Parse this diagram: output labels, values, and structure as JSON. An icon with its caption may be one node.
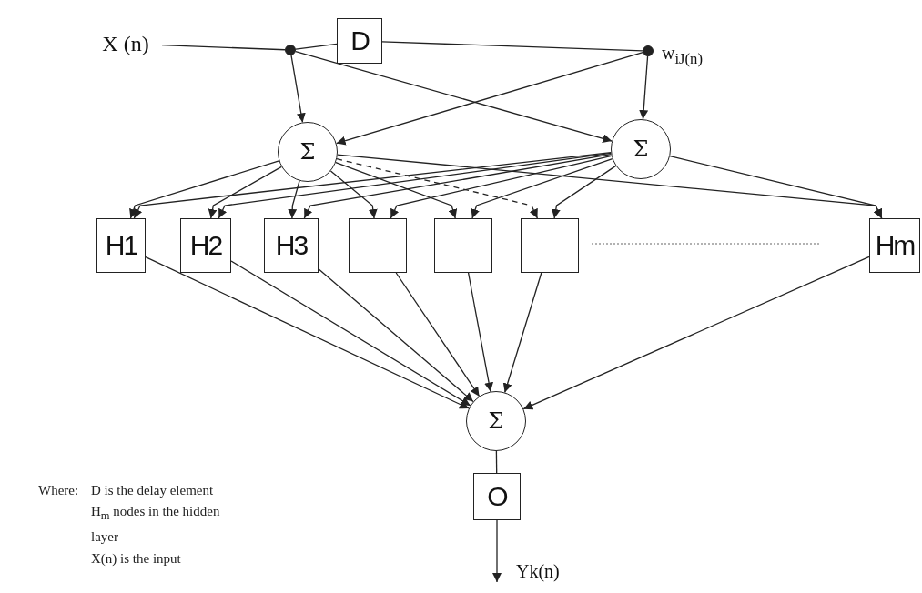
{
  "diagram": {
    "nodes": [
      {
        "text": [
          "X (n)"
        ]
      },
      {
        "text": [],
        "shape": "circle"
      },
      {
        "text": [
          "D"
        ]
      },
      {
        "text": [],
        "shape": "circle",
        "beside": [
          "w$_{iJ(n)}$"
        ]
      },
      {
        "text": [
          "Σ"
        ]
      },
      {
        "text": [
          "Σ"
        ]
      },
      {
        "text": [
          "H1"
        ]
      },
      {
        "text": [
          "H2"
        ]
      },
      {
        "text": [
          "H3"
        ]
      },
      {
        "text": [],
        "shape": "box"
      },
      {
        "text": [],
        "shape": "box"
      },
      {
        "text": [],
        "shape": "box"
      },
      {
        "text": [
          "Hm"
        ]
      },
      {
        "text": [
          "Σ"
        ]
      },
      {
        "text": [
          "O"
        ],
        "beside": [
          "Yk(n)"
        ]
      }
    ],
    "edges": [
      {
        "from": 0,
        "to": 1,
        "arrow": "none"
      },
      {
        "from": 1,
        "to": 2,
        "arrow": "none"
      },
      {
        "from": 2,
        "to": 3,
        "arrow": "none"
      },
      {
        "from": 1,
        "to": 4,
        "arrow": "to"
      },
      {
        "from": 1,
        "to": 5,
        "arrow": "to"
      },
      {
        "from": 3,
        "to": 4,
        "arrow": "to"
      },
      {
        "from": 3,
        "to": 5,
        "arrow": "to"
      },
      {
        "from": 4,
        "to": 6,
        "arrow": "to"
      },
      {
        "from": 4,
        "to": 7,
        "arrow": "to"
      },
      {
        "from": 4,
        "to": 8,
        "arrow": "to"
      },
      {
        "from": 4,
        "to": 9,
        "arrow": "to"
      },
      {
        "from": 4,
        "to": 10,
        "arrow": "to"
      },
      {
        "from": 4,
        "to": 11,
        "arrow": "to",
        "style": "dashed"
      },
      {
        "from": 4,
        "to": 12,
        "arrow": "to"
      },
      {
        "from": 5,
        "to": 6,
        "arrow": "to"
      },
      {
        "from": 5,
        "to": 7,
        "arrow": "to"
      },
      {
        "from": 5,
        "to": 8,
        "arrow": "to"
      },
      {
        "from": 5,
        "to": 9,
        "arrow": "to"
      },
      {
        "from": 5,
        "to": 10,
        "arrow": "to"
      },
      {
        "from": 5,
        "to": 11,
        "arrow": "to"
      },
      {
        "from": 5,
        "to": 12,
        "arrow": "to"
      },
      {
        "from": 6,
        "to": 13,
        "arrow": "to"
      },
      {
        "from": 7,
        "to": 13,
        "arrow": "to"
      },
      {
        "from": 8,
        "to": 13,
        "arrow": "to"
      },
      {
        "from": 9,
        "to": 13,
        "arrow": "to"
      },
      {
        "from": 10,
        "to": 13,
        "arrow": "to"
      },
      {
        "from": 11,
        "to": 13,
        "arrow": "to"
      },
      {
        "from": 12,
        "to": 13,
        "arrow": "to"
      },
      {
        "from": 13,
        "to": 14,
        "arrow": "none"
      },
      {
        "from": 14,
        "to": null,
        "arrow": "to"
      }
    ],
    "labels": [
      "Where:",
      "D is the delay element",
      "H$_{m}$ nodes in the hidden layer",
      "X(n) is the input"
    ]
  }
}
